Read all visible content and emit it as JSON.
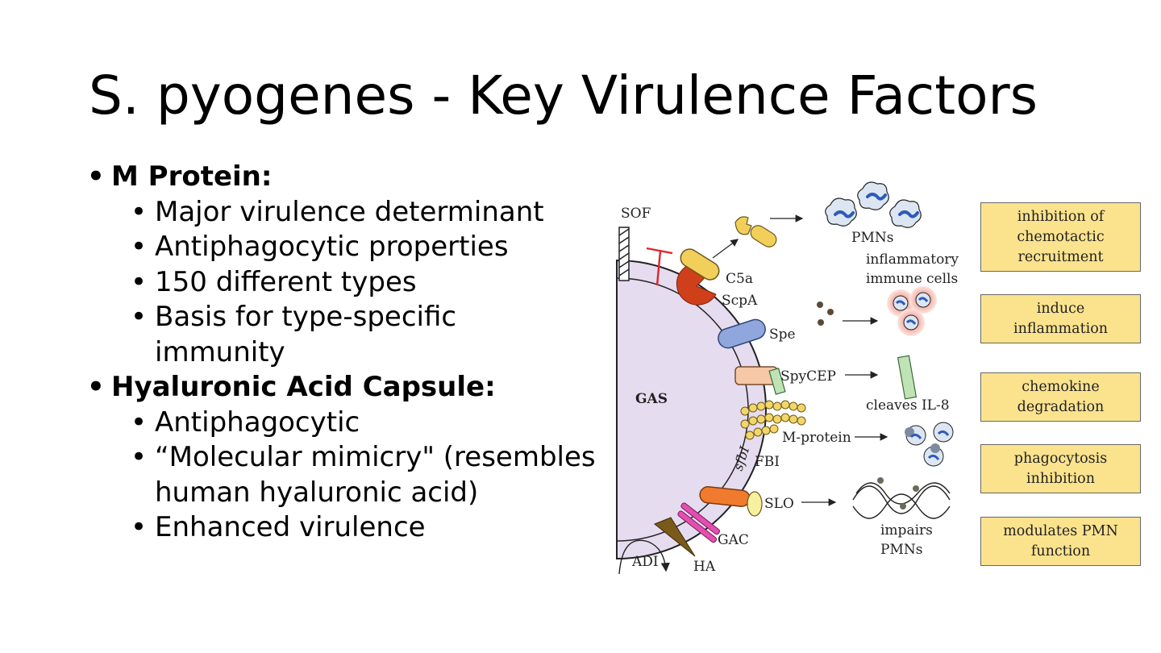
{
  "slide": {
    "title": "S. pyogenes - Key Virulence Factors",
    "sections": [
      {
        "heading": "M Protein:",
        "items": [
          "Major virulence determinant",
          "Antiphagocytic properties",
          "150 different types",
          "Basis for type-specific immunity"
        ]
      },
      {
        "heading": "Hyaluronic Acid Capsule:",
        "items": [
          "Antiphagocytic",
          "“Molecular mimicry\" (resembles human hyaluronic acid)",
          "Enhanced virulence"
        ]
      }
    ]
  },
  "figure": {
    "cell_label": "GAS",
    "labels": {
      "sof": "SOF",
      "c5a": "C5a",
      "scpa": "ScpA",
      "spe": "Spe",
      "spycep": "SpyCEP",
      "mprotein": "M-protein",
      "sfbi": "sfbI",
      "fbi": "FBI",
      "slo": "SLO",
      "gac": "GAC",
      "adi": "ADI",
      "ha": "HA",
      "pmns": "PMNs",
      "inflammatory1": "inflammatory",
      "inflammatory2": "immune cells",
      "cleaves": "cleaves IL-8",
      "impairs1": "impairs",
      "impairs2": "PMNs"
    },
    "effects": [
      {
        "line1": "inhibition of",
        "line2": "chemotactic",
        "line3": "recruitment"
      },
      {
        "line1": "induce",
        "line2": "inflammation"
      },
      {
        "line1": "chemokine",
        "line2": "degradation"
      },
      {
        "line1": "phagocytosis",
        "line2": "inhibition"
      },
      {
        "line1": "modulates PMN",
        "line2": "function"
      }
    ],
    "colors": {
      "cell": "#e6dcef",
      "box": "#fbe38e",
      "scpa": "#cf3f1a",
      "c5a": "#f2cf5a",
      "spe": "#8fa7dc",
      "slo": "#f07a2e",
      "gac": "#e34fb0",
      "ha": "#7a5a1a"
    }
  }
}
